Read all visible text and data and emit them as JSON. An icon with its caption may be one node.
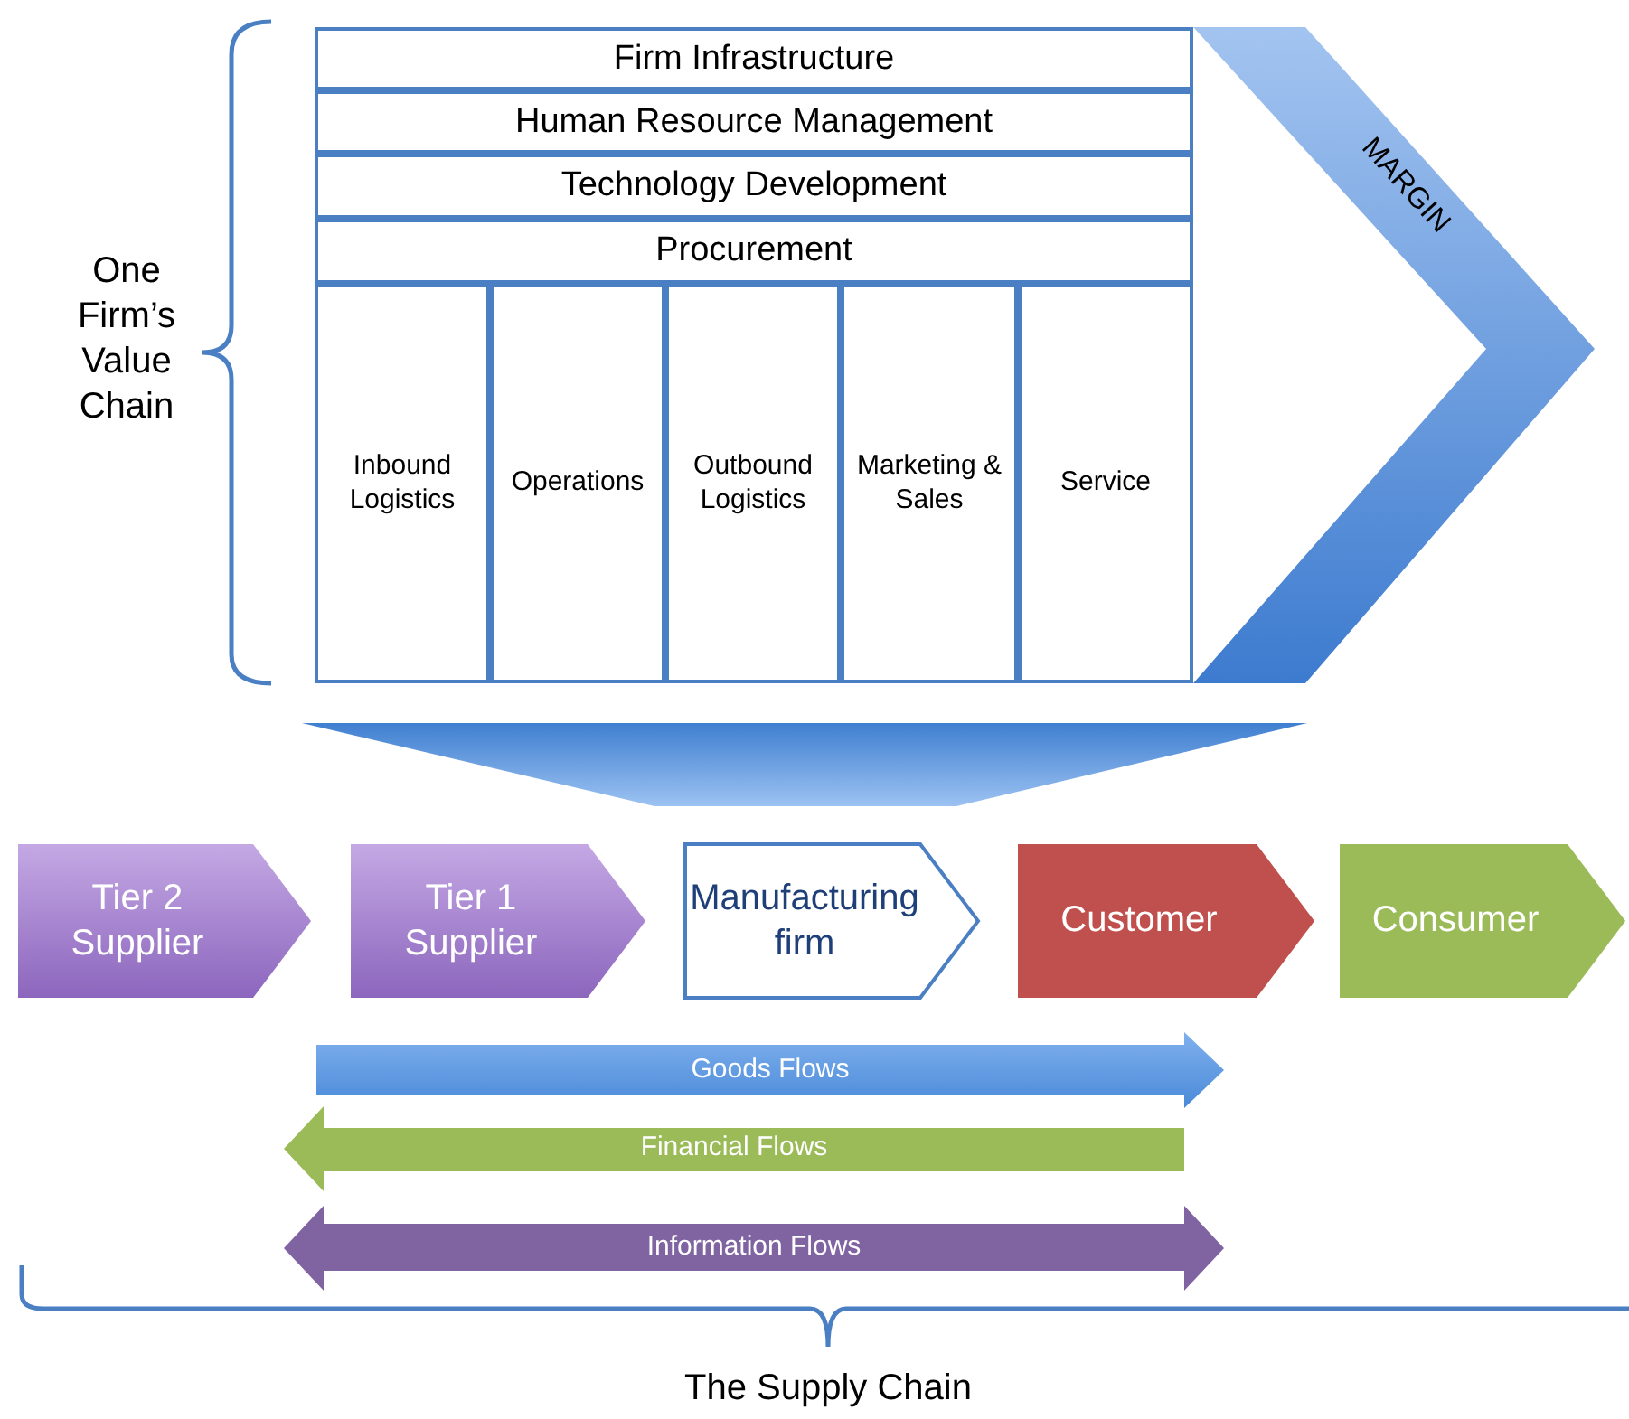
{
  "diagram": {
    "nodes": [
      {
        "text": [
          "Firm Infrastructure"
        ]
      },
      {
        "text": [
          "Human Resource Management"
        ]
      },
      {
        "text": [
          "Technology Development"
        ]
      },
      {
        "text": [
          "Procurement"
        ]
      },
      {
        "text": [
          "Inbound Logistics"
        ]
      },
      {
        "text": [
          "Operations"
        ]
      },
      {
        "text": [
          "Outbound Logistics"
        ]
      },
      {
        "text": [
          "Marketing & Sales"
        ]
      },
      {
        "text": [
          "Service"
        ]
      },
      {
        "text": [
          "MARGIN"
        ]
      },
      {
        "text": [],
        "shape": "funnel"
      },
      {
        "text": [
          "Tier 2 Supplier"
        ]
      },
      {
        "text": [
          "Tier 1 Supplier"
        ]
      },
      {
        "text": [
          "Manufacturing firm"
        ]
      },
      {
        "text": [
          "Customer"
        ]
      },
      {
        "text": [
          "Consumer"
        ]
      },
      {
        "text": [
          "Goods Flows"
        ]
      },
      {
        "text": [
          "Financial Flows"
        ]
      },
      {
        "text": [
          "Information Flows"
        ]
      }
    ],
    "labels": [
      "One Firm’s Value Chain",
      "The Supply Chain"
    ]
  }
}
